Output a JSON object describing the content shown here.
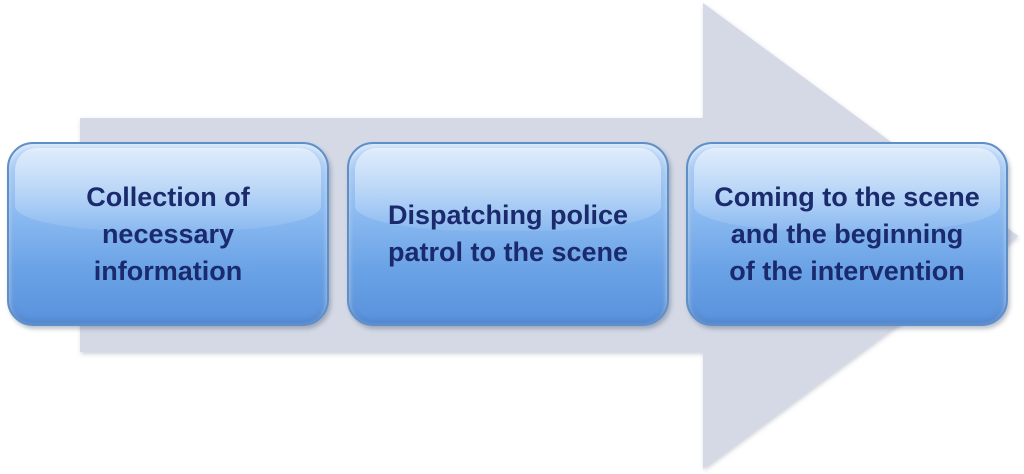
{
  "diagram": {
    "arrow_color": "#d4d9e5",
    "steps": [
      {
        "label": "Collection of\nnecessary\ninformation"
      },
      {
        "label": "Dispatching police\npatrol to the scene"
      },
      {
        "label": "Coming to the scene\nand the beginning\nof the intervention"
      }
    ]
  }
}
